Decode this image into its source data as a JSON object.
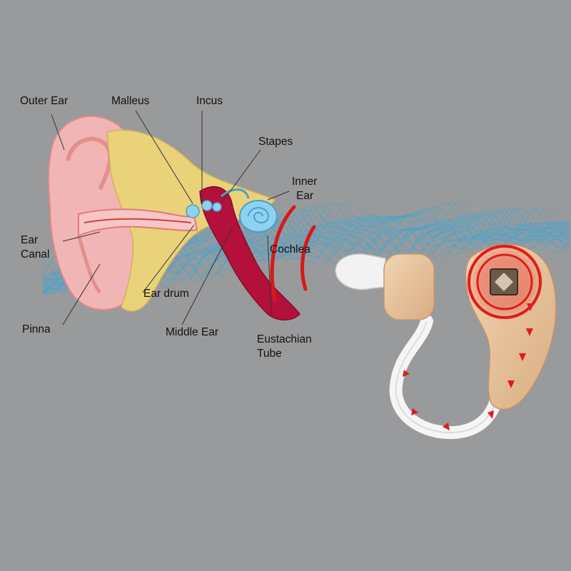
{
  "labels": {
    "outer_ear": "Outer Ear",
    "malleus": "Malleus",
    "incus": "Incus",
    "stapes": "Stapes",
    "inner_ear_line1": "Inner",
    "inner_ear_line2": "Ear",
    "ear_canal_line1": "Ear",
    "ear_canal_line2": "Canal",
    "cochlea": "Cochlea",
    "ear_drum": "Ear drum",
    "pinna": "Pinna",
    "middle_ear": "Middle Ear",
    "eustachian_line1": "Eustachian",
    "eustachian_line2": "Tube"
  },
  "colors": {
    "background": "#999a9c",
    "skin": "#f2b5b5",
    "bone": "#e9d27a",
    "middle_ear": "#b3103c",
    "cochlea": "#8fd2f0",
    "sound_wave": "#3aa7d8",
    "device": "#e8c7a2",
    "signal": "#d81818"
  }
}
